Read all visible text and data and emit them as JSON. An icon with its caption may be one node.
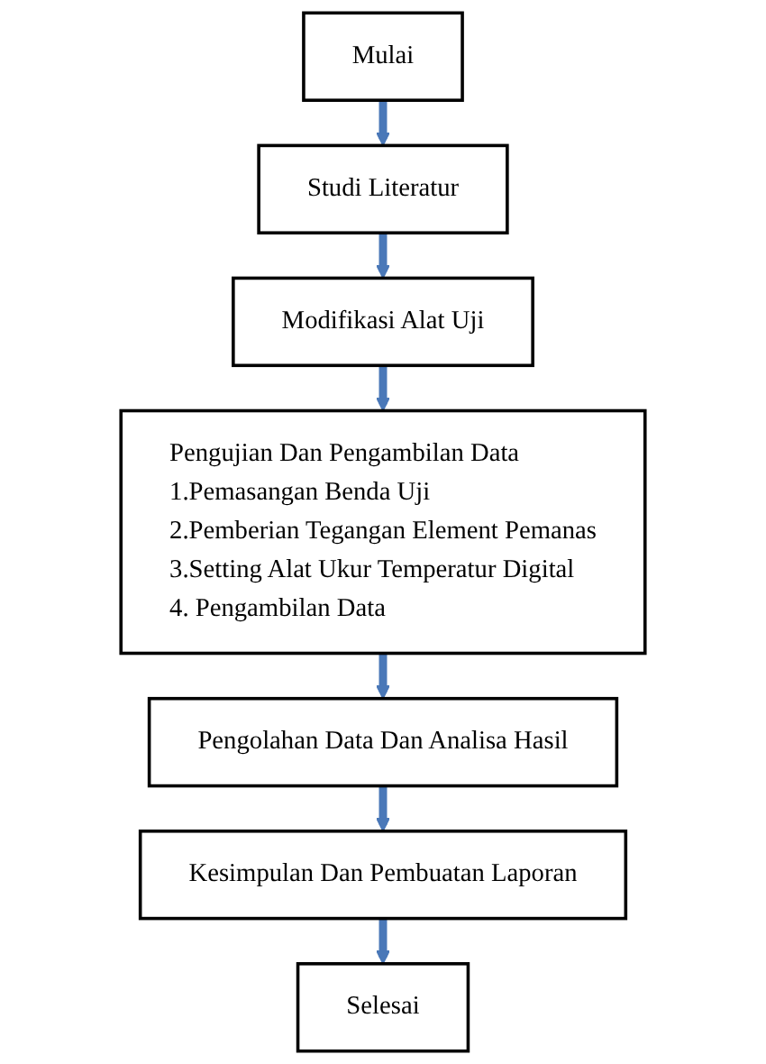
{
  "diagram": {
    "nodes": [
      {
        "text": [
          "Mulai"
        ]
      },
      {
        "text": [
          "Studi Literatur"
        ]
      },
      {
        "text": [
          "Modifikasi Alat Uji"
        ]
      },
      {
        "text": [
          "Pengujian Dan Pengambilan Data",
          "1.Pemasangan Benda Uji",
          "2.Pemberian Tegangan Element Pemanas",
          "3.Setting Alat Ukur Temperatur Digital",
          "4. Pengambilan Data"
        ]
      },
      {
        "text": [
          "Pengolahan Data Dan Analisa Hasil"
        ]
      },
      {
        "text": [
          "Kesimpulan Dan Pembuatan Laporan"
        ]
      },
      {
        "text": [
          "Selesai"
        ]
      }
    ],
    "edges": [
      {
        "from": 0,
        "to": 1,
        "arrow": "to"
      },
      {
        "from": 1,
        "to": 2,
        "arrow": "to"
      },
      {
        "from": 2,
        "to": 3,
        "arrow": "to"
      },
      {
        "from": 3,
        "to": 4,
        "arrow": "to"
      },
      {
        "from": 4,
        "to": 5,
        "arrow": "to"
      },
      {
        "from": 5,
        "to": 6,
        "arrow": "to"
      }
    ]
  }
}
